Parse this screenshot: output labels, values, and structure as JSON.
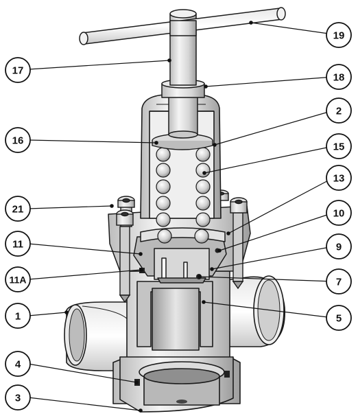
{
  "callouts": {
    "c1": "1",
    "c2": "2",
    "c3": "3",
    "c4": "4",
    "c5": "5",
    "c7": "7",
    "c9": "9",
    "c10": "10",
    "c11": "11",
    "c11a": "11A",
    "c13": "13",
    "c15": "15",
    "c16": "16",
    "c17": "17",
    "c18": "18",
    "c19": "19",
    "c21": "21"
  },
  "colors": {
    "outline": "#1a1a1a",
    "body_light": "#f2f2f2",
    "body_mid": "#d9d9d9",
    "body_dark": "#a6a6a6",
    "section_cut": "#c4c4c4",
    "seal_black": "#222222"
  }
}
